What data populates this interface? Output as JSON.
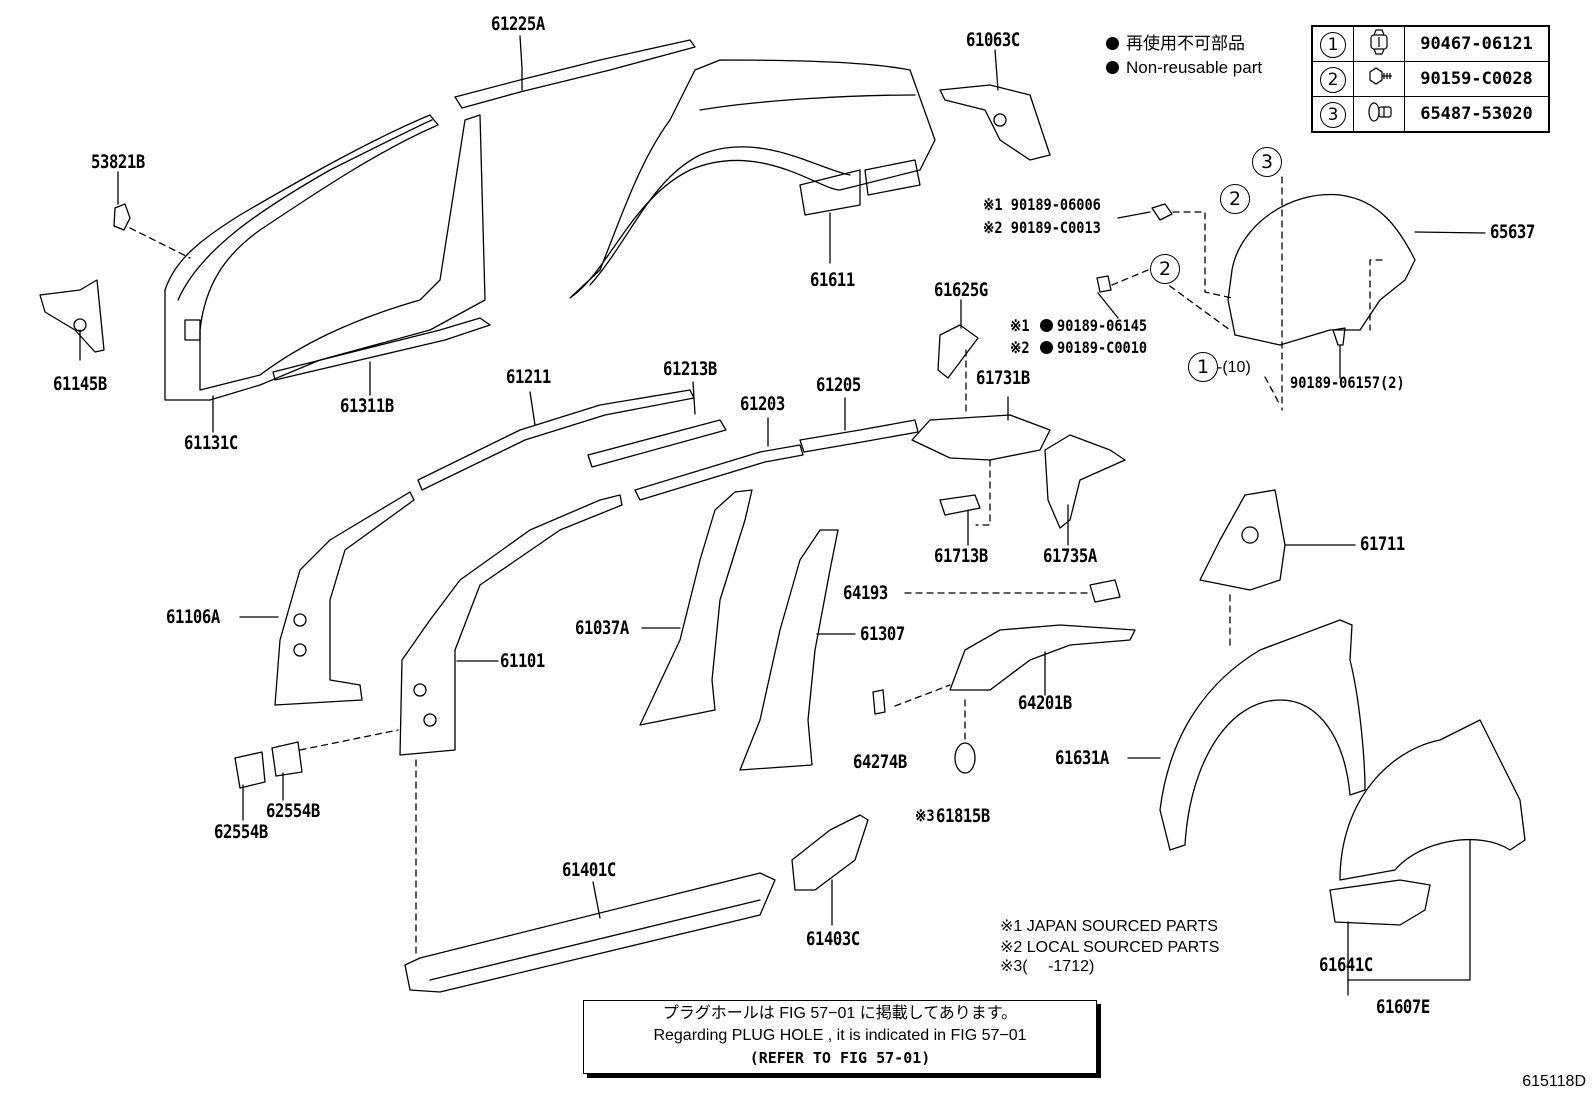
{
  "legend": {
    "jp": "再使用不可部品",
    "en": "Non-reusable part"
  },
  "fasteners": [
    {
      "num": "1",
      "icon": "clip-icon",
      "part": "90467-06121"
    },
    {
      "num": "2",
      "icon": "bolt-icon",
      "part": "90159-C0028"
    },
    {
      "num": "3",
      "icon": "push-rivet-icon",
      "part": "65487-53020"
    }
  ],
  "parts": {
    "p61225A": "61225A",
    "p61063C": "61063C",
    "p53821B": "53821B",
    "p61145B": "61145B",
    "p61131C": "61131C",
    "p61311B": "61311B",
    "p61611": "61611",
    "p65637": "65637",
    "p61625G": "61625G",
    "p61731B": "61731B",
    "p61211": "61211",
    "p61213B": "61213B",
    "p61203": "61203",
    "p61205": "61205",
    "p61713B": "61713B",
    "p61735A": "61735A",
    "p61711": "61711",
    "p61106A": "61106A",
    "p61101": "61101",
    "p61037A": "61037A",
    "p61307": "61307",
    "p64193": "64193",
    "p64201B": "64201B",
    "p64274B": "64274B",
    "p61815B": "61815B",
    "p61631A": "61631A",
    "p62554B_a": "62554B",
    "p62554B_b": "62554B",
    "p61401C": "61401C",
    "p61403C": "61403C",
    "p61641C": "61641C",
    "p61607E": "61607E"
  },
  "callouts": {
    "c90189_06006": "※1 90189-06006",
    "c90189_C0013": "※2 90189-C0013",
    "c90189_06145_mark": "※1",
    "c90189_06145": "90189-06145",
    "c90189_C0010_mark": "※2",
    "c90189_C0010": "90189-C0010",
    "c90189_06157": "90189-06157(2)",
    "qty10": "-(10)",
    "mark3": "※3"
  },
  "circled": {
    "one": "1",
    "two": "2",
    "three": "3"
  },
  "footnotes": {
    "n1": "※1 JAPAN SOURCED PARTS",
    "n2": "※2 LOCAL SOURCED PARTS",
    "n3": "※3(　 -1712)"
  },
  "reference": {
    "jp": "プラグホールは FIG  57−01 に掲載してあります。",
    "en": "Regarding  PLUG  HOLE , it is indicated in FIG  57−01",
    "refer": "(REFER TO FIG 57-01)"
  },
  "figure_id": "615118D"
}
